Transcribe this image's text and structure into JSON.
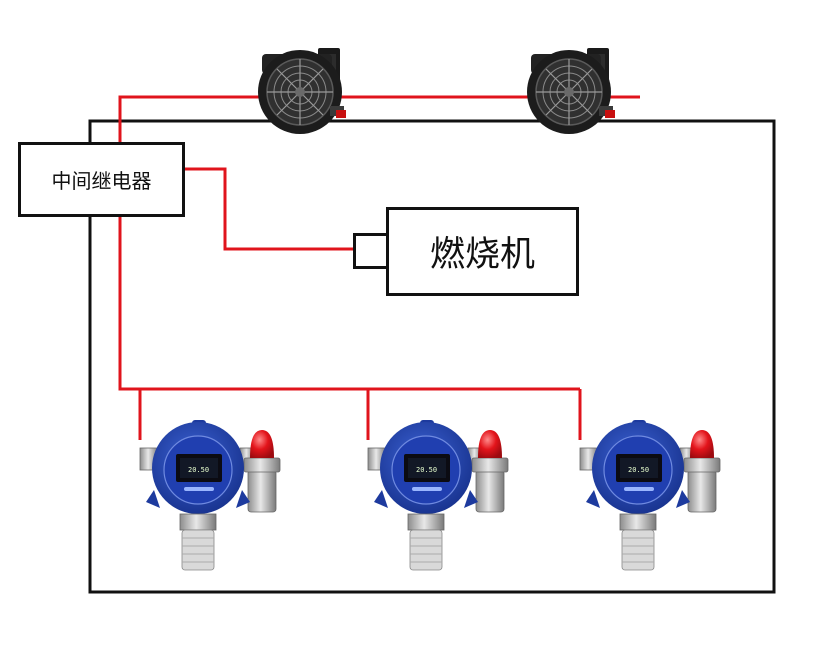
{
  "relay": {
    "label": "中间继电器"
  },
  "burner": {
    "label": "燃烧机"
  },
  "detectors": [
    {
      "reading": "20.50"
    },
    {
      "reading": "20.50"
    },
    {
      "reading": "20.50"
    }
  ],
  "colors": {
    "wire": "#e0141c",
    "frame": "#111111",
    "detector_blue": "#1f3fa8",
    "alarm_red": "#e3141b"
  },
  "icons": [
    "blower-fan-icon",
    "gas-detector-icon",
    "alarm-light-icon"
  ]
}
